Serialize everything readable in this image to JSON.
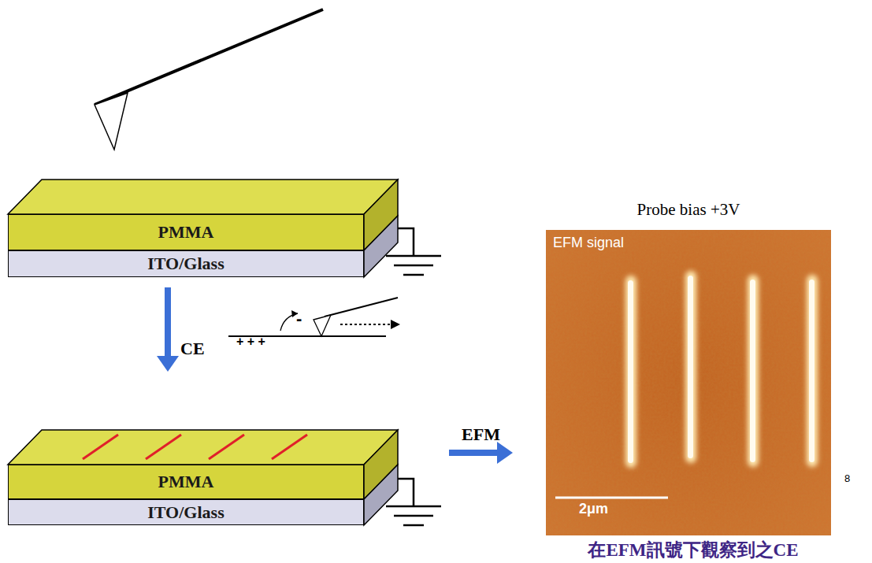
{
  "diagram": {
    "caption": "在EFM訊號下觀察到之CE",
    "nodes": [
      {
        "text": [
          "PMMA"
        ]
      },
      {
        "text": [
          "ITO/Glass"
        ]
      },
      {
        "text": [
          "PMMA"
        ]
      },
      {
        "text": [
          "ITO/Glass"
        ]
      },
      {
        "text": [
          "Probe bias +3V",
          "EFM signal",
          "2μm"
        ]
      }
    ],
    "edges": [
      {
        "from": 1,
        "to": 2,
        "arrow": "to",
        "label": "CE"
      },
      {
        "from": 2,
        "to": 4,
        "arrow": "to",
        "label": "EFM"
      }
    ],
    "labels": [
      "-",
      "+ + +",
      "8"
    ]
  }
}
